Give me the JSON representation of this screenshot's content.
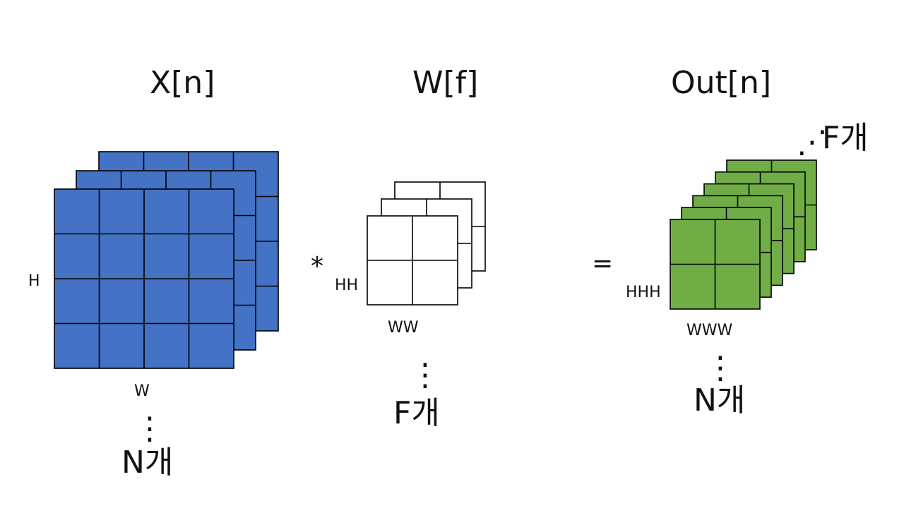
{
  "colors": {
    "input_fill": "#4472C4",
    "output_fill": "#70AD47",
    "filter_fill": "#FFFFFF",
    "grid_line": "#000000"
  },
  "input": {
    "title": "X[n]",
    "height_label": "H",
    "width_label": "W",
    "dots": "⋮",
    "count_label": "N개"
  },
  "filter": {
    "title": "W[f]",
    "height_label": "HH",
    "width_label": "WW",
    "dots": "⋮",
    "count_label": "F개"
  },
  "output": {
    "title": "Out[n]",
    "height_label": "HHH",
    "width_label": "WWW",
    "dots": "⋮",
    "count_label": "N개",
    "filter_dots": "⋰",
    "filter_count_label": "F개"
  },
  "operators": {
    "conv": "*",
    "equals": "="
  }
}
